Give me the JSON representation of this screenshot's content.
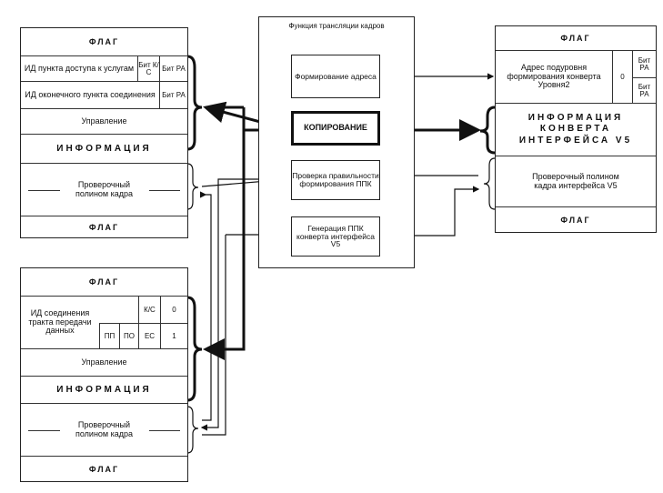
{
  "left_top": {
    "flag_top": "ФЛАГ",
    "access_point_id": "ИД пункта доступа к услугам",
    "bit_kc": "Бит К/С",
    "bit_ra_1": "Бит РА",
    "endpoint_id": "ИД оконечного пункта соединения",
    "bit_ra_2": "Бит РА",
    "control": "Управление",
    "information": "ИНФОРМАЦИЯ",
    "checksum": "Проверочный полином кадра",
    "flag_bottom": "ФЛАГ"
  },
  "left_bottom": {
    "flag_top": "ФЛАГ",
    "connection_id": "ИД соединения тракта передачи данных",
    "kc": "К/С",
    "zero": "0",
    "pp": "ПП",
    "po": "ПО",
    "es": "ЕС",
    "one": "1",
    "control": "Управление",
    "information": "ИНФОРМАЦИЯ",
    "checksum": "Проверочный полином кадра",
    "flag_bottom": "ФЛАГ"
  },
  "center": {
    "title": "Функция трансляции кадров",
    "address_forming": "Формирование адреса",
    "copying": "КОПИРОВАНИЕ",
    "fcs_check": "Проверка правильности формирования ППК",
    "fcs_generation": "Генерация ППК конверта интерфейса V5"
  },
  "right": {
    "flag_top": "ФЛАГ",
    "sub_address": "Адрес подуровня формирования конверта Уровня2",
    "zero": "0",
    "bit_ra_1": "Бит РА",
    "bit_ra_2": "Бит РА",
    "information": "ИНФОРМАЦИЯ КОНВЕРТА ИНТЕРФЕЙСА V5",
    "checksum": "Проверочный полином кадра интерфейса V5",
    "flag_bottom": "ФЛАГ"
  }
}
